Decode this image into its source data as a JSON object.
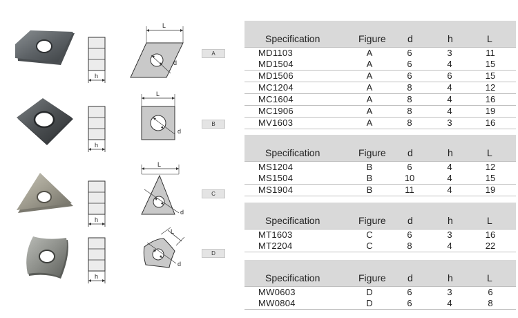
{
  "columns": {
    "spec": "Specification",
    "figure": "Figure",
    "d": "d",
    "h": "h",
    "l": "L"
  },
  "dimension_labels": {
    "l": "L",
    "h": "h",
    "d": "d"
  },
  "figures": [
    {
      "label": "A",
      "shape": "rhombus"
    },
    {
      "label": "B",
      "shape": "square"
    },
    {
      "label": "C",
      "shape": "triangle"
    },
    {
      "label": "D",
      "shape": "trigon"
    }
  ],
  "tables": [
    {
      "rows": [
        {
          "spec": "MD1103",
          "figure": "A",
          "d": "6",
          "h": "3",
          "l": "11"
        },
        {
          "spec": "MD1504",
          "figure": "A",
          "d": "6",
          "h": "4",
          "l": "15"
        },
        {
          "spec": "MD1506",
          "figure": "A",
          "d": "6",
          "h": "6",
          "l": "15"
        },
        {
          "spec": "MC1204",
          "figure": "A",
          "d": "8",
          "h": "4",
          "l": "12"
        },
        {
          "spec": "MC1604",
          "figure": "A",
          "d": "8",
          "h": "4",
          "l": "16"
        },
        {
          "spec": "MC1906",
          "figure": "A",
          "d": "8",
          "h": "4",
          "l": "19"
        },
        {
          "spec": "MV1603",
          "figure": "A",
          "d": "8",
          "h": "3",
          "l": "16"
        }
      ]
    },
    {
      "rows": [
        {
          "spec": "MS1204",
          "figure": "B",
          "d": "6",
          "h": "4",
          "l": "12"
        },
        {
          "spec": "MS1504",
          "figure": "B",
          "d": "10",
          "h": "4",
          "l": "15"
        },
        {
          "spec": "MS1904",
          "figure": "B",
          "d": "11",
          "h": "4",
          "l": "19"
        }
      ]
    },
    {
      "rows": [
        {
          "spec": "MT1603",
          "figure": "C",
          "d": "6",
          "h": "3",
          "l": "16"
        },
        {
          "spec": "MT2204",
          "figure": "C",
          "d": "8",
          "h": "4",
          "l": "22"
        }
      ]
    },
    {
      "rows": [
        {
          "spec": "MW0603",
          "figure": "D",
          "d": "6",
          "h": "3",
          "l": "6"
        },
        {
          "spec": "MW0804",
          "figure": "D",
          "d": "6",
          "h": "4",
          "l": "8"
        }
      ]
    }
  ]
}
